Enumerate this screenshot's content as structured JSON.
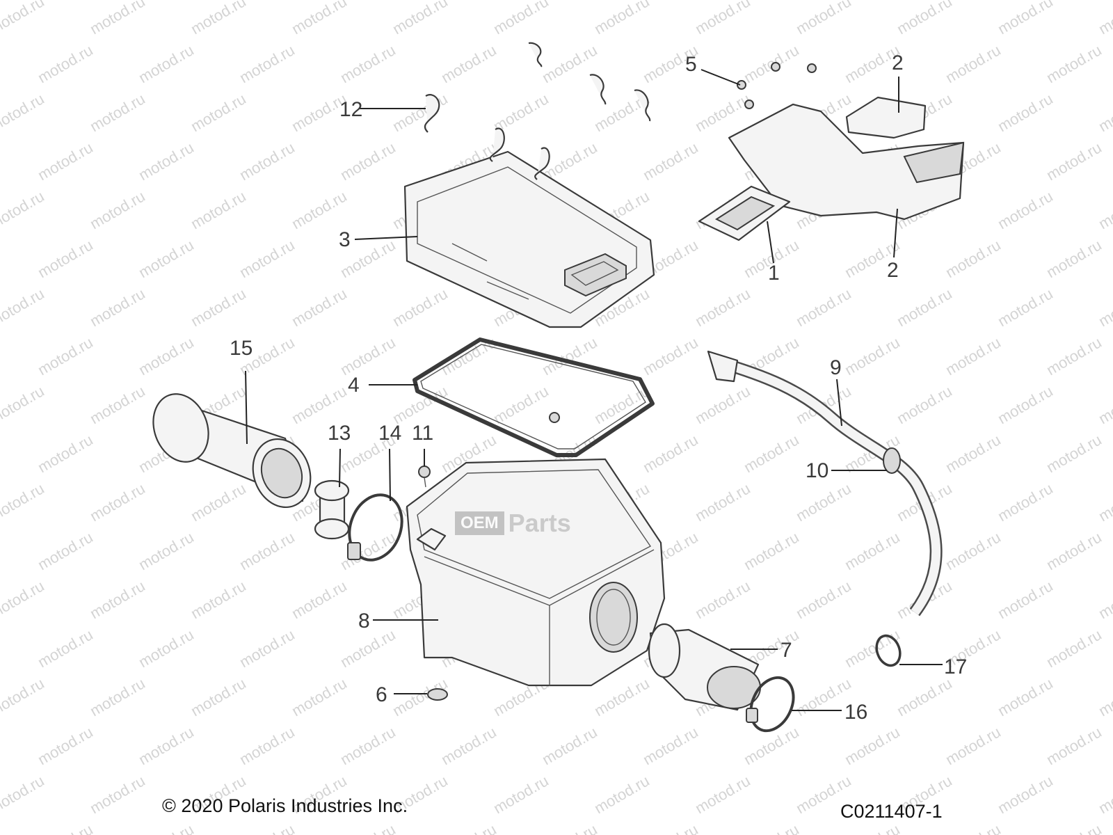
{
  "diagram": {
    "watermark_text": "motod.ru",
    "oem_logo": {
      "oem": "OEM",
      "parts": "Parts"
    },
    "callouts": {
      "1": "1",
      "2a": "2",
      "2b": "2",
      "3": "3",
      "4": "4",
      "5": "5",
      "6": "6",
      "7": "7",
      "8": "8",
      "9": "9",
      "10": "10",
      "11": "11",
      "12": "12",
      "13": "13",
      "14": "14",
      "15": "15",
      "16": "16",
      "17": "17"
    }
  },
  "footer": {
    "copyright": "© 2020 Polaris Industries Inc.",
    "figure_code": "C0211407-1"
  }
}
